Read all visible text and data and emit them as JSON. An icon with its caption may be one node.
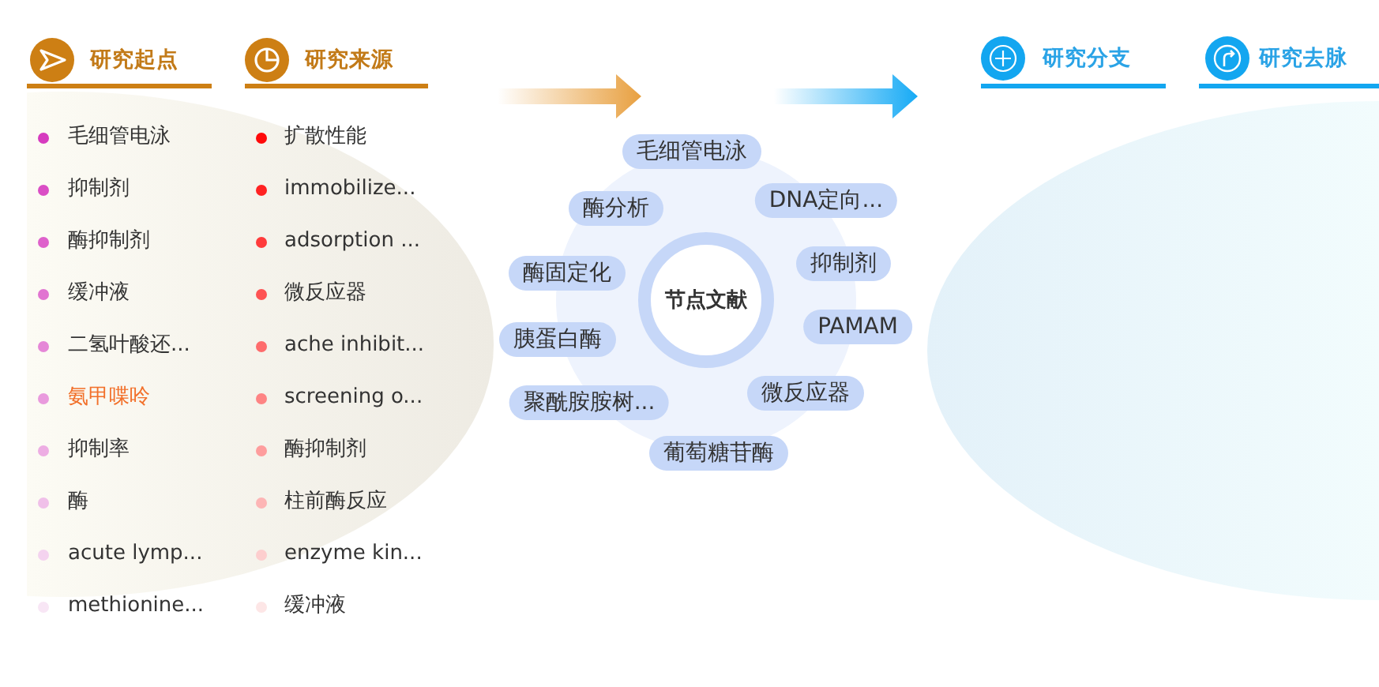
{
  "diagram": {
    "nodes": [
      {
        "text": [
          "毛细管电泳"
        ]
      },
      {
        "text": [
          "酶分析"
        ]
      },
      {
        "text": [
          "DNA定向..."
        ]
      },
      {
        "text": [
          "酶固定化"
        ]
      },
      {
        "text": [
          "抑制剂"
        ]
      },
      {
        "text": [
          "节点文献"
        ]
      },
      {
        "text": [
          "胰蛋白酶"
        ]
      },
      {
        "text": [
          "PAMAM"
        ]
      },
      {
        "text": [
          "聚酰胺胺树..."
        ]
      },
      {
        "text": [
          "微反应器"
        ]
      },
      {
        "text": [
          "葡萄糖苷酶"
        ]
      }
    ],
    "labels": [
      "研究起点",
      "研究来源",
      "研究分支",
      "研究去脉",
      "毛细管电泳",
      "抑制剂",
      "酶抑制剂",
      "缓冲液",
      "二氢叶酸还...",
      "氨甲喋呤",
      "抑制率",
      "酶",
      "acute lymp...",
      "methionine...",
      "扩散性能",
      "immobilize...",
      "adsorption ...",
      "微反应器",
      "ache inhibit...",
      "screening o...",
      "酶抑制剂",
      "柱前酶反应",
      "enzyme kin...",
      "缓冲液"
    ]
  }
}
